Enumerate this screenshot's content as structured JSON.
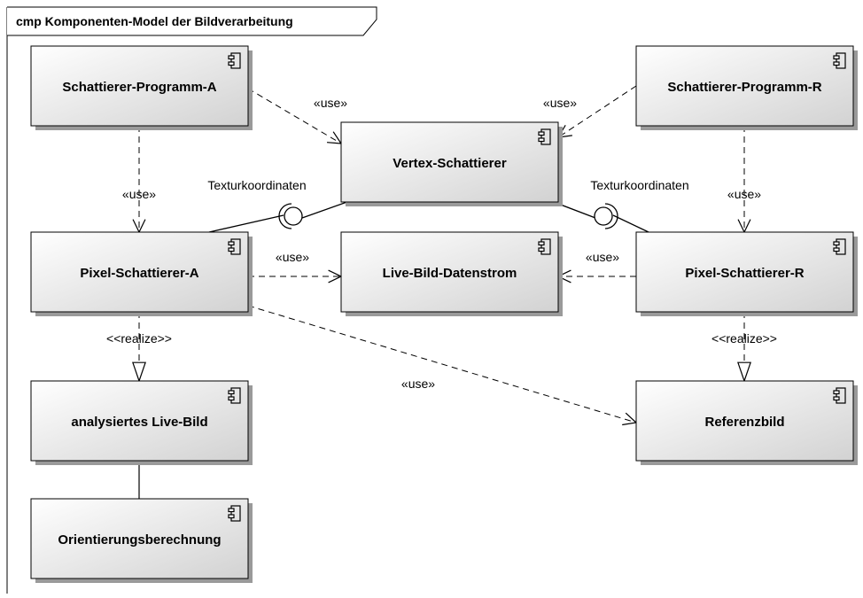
{
  "frame": {
    "title": "cmp Komponenten-Model der Bildverarbeitung"
  },
  "components": [
    {
      "id": "spa",
      "name": "Schattierer-Programm-A",
      "icon": "component-icon"
    },
    {
      "id": "spr",
      "name": "Schattierer-Programm-R",
      "icon": "component-icon"
    },
    {
      "id": "vs",
      "name": "Vertex-Schattierer",
      "icon": "component-icon"
    },
    {
      "id": "psa",
      "name": "Pixel-Schattierer-A",
      "icon": "component-icon"
    },
    {
      "id": "lbd",
      "name": "Live-Bild-Datenstrom",
      "icon": "component-icon"
    },
    {
      "id": "psr",
      "name": "Pixel-Schattierer-R",
      "icon": "component-icon"
    },
    {
      "id": "alb",
      "name": "analysiertes Live-Bild",
      "icon": "component-icon"
    },
    {
      "id": "ref",
      "name": "Referenzbild",
      "icon": "component-icon"
    },
    {
      "id": "ori",
      "name": "Orientierungsberechnung",
      "icon": "component-icon"
    }
  ],
  "edges": [
    {
      "id": "e1",
      "from": "spa",
      "to": "vs",
      "kind": "use",
      "label": "«use»"
    },
    {
      "id": "e2",
      "from": "spr",
      "to": "vs",
      "kind": "use",
      "label": "«use»"
    },
    {
      "id": "e3",
      "from": "spa",
      "to": "psa",
      "kind": "use",
      "label": "«use»"
    },
    {
      "id": "e4",
      "from": "spr",
      "to": "psr",
      "kind": "use",
      "label": "«use»"
    },
    {
      "id": "e5",
      "from": "psa",
      "to": "lbd",
      "kind": "use",
      "label": "«use»"
    },
    {
      "id": "e6",
      "from": "psr",
      "to": "lbd",
      "kind": "use",
      "label": "«use»"
    },
    {
      "id": "e7",
      "from": "psa",
      "to": "ref",
      "kind": "use",
      "label": "«use»"
    },
    {
      "id": "e8",
      "from": "psa",
      "to": "alb",
      "kind": "realize",
      "label": "<<realize>>"
    },
    {
      "id": "e9",
      "from": "psr",
      "to": "ref",
      "kind": "realize",
      "label": "<<realize>>"
    },
    {
      "id": "e10",
      "from": "alb",
      "to": "ori",
      "kind": "association",
      "label": ""
    }
  ],
  "interfaces": [
    {
      "id": "i1",
      "label": "Texturkoordinaten",
      "provider": "vs",
      "requirer": "psa"
    },
    {
      "id": "i2",
      "label": "Texturkoordinaten",
      "provider": "vs",
      "requirer": "psr"
    }
  ]
}
